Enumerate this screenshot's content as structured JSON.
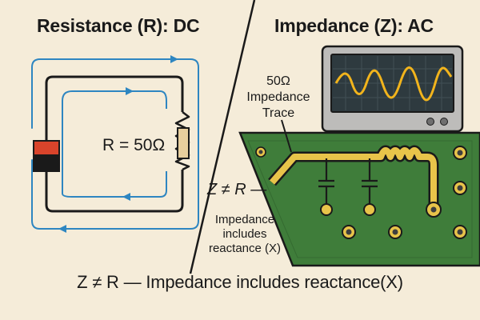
{
  "left_panel": {
    "title": "Resistance (R): DC",
    "resistor_equation": "R = 50Ω"
  },
  "right_panel": {
    "title": "Impedance (Z): AC",
    "trace_label": [
      "50Ω",
      "Impedance",
      "Trace"
    ],
    "inequality": "Z ≠ R —",
    "reactance_note": [
      "Impedance",
      "includes",
      "reactance (X)"
    ]
  },
  "bottom_caption": "Z ≠ R — Impedance includes reactance(X)",
  "colors": {
    "background": "#f5ecd9",
    "current_arrows": "#2e86c1",
    "wire": "#1a1a1a",
    "battery_positive": "#d9442b",
    "resistor_body": "#e8cf9d",
    "pcb_green": "#3f7d3a",
    "trace_gold": "#e8c44a",
    "scope_screen": "#2e3a3f",
    "waveform": "#f2b41c"
  },
  "icons": [
    "battery-icon",
    "resistor-icon",
    "oscilloscope-icon",
    "capacitor-icon",
    "inductor-icon",
    "via-icon"
  ]
}
